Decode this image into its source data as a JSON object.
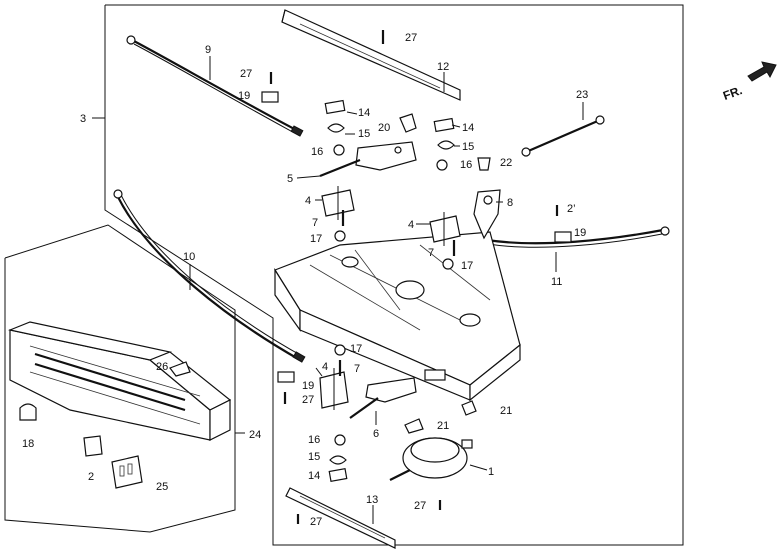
{
  "direction_label": "FR.",
  "callouts": {
    "c1": "1",
    "c2": "2",
    "c3": "3",
    "c4a": "4",
    "c4b": "4",
    "c4c": "4",
    "c5": "5",
    "c6": "6",
    "c7a": "7",
    "c7b": "7",
    "c7c": "7",
    "c8": "8",
    "c9": "9",
    "c10": "10",
    "c11": "11",
    "c12": "12",
    "c13": "13",
    "c14a": "14",
    "c14b": "14",
    "c14c": "14",
    "c15a": "15",
    "c15b": "15",
    "c15c": "15",
    "c16a": "16",
    "c16b": "16",
    "c16c": "16",
    "c17a": "17",
    "c17b": "17",
    "c17c": "17",
    "c18": "18",
    "c19a": "19",
    "c19b": "19",
    "c19c": "19",
    "c20": "20",
    "c21a": "21",
    "c21b": "21",
    "c22": "22",
    "c23": "23",
    "c24": "24",
    "c25": "25",
    "c26": "26",
    "c27a": "27",
    "c27b": "27",
    "c27c": "27",
    "c27d": "27",
    "c27e": "27",
    "c27f": "2’"
  }
}
